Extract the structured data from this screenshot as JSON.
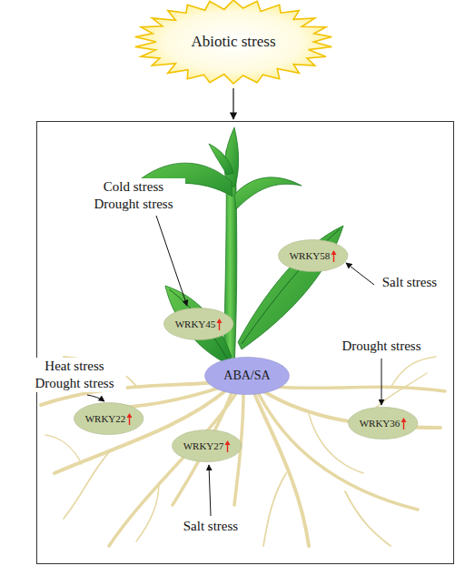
{
  "diagram": {
    "nodes": [
      {
        "text": [
          "Abiotic stress"
        ]
      },
      {
        "text": [
          "WRKY58"
        ]
      },
      {
        "text": [
          "WRKY45"
        ]
      },
      {
        "text": [
          "ABA/SA"
        ]
      },
      {
        "text": [
          "WRKY22"
        ]
      },
      {
        "text": [
          "WRKY36"
        ]
      },
      {
        "text": [
          "WRKY27"
        ]
      }
    ],
    "labels": [
      "Cold stress Drought stress",
      "Salt stress",
      "Heat stress Drought stress",
      "Drought stress",
      "Salt stress"
    ]
  }
}
